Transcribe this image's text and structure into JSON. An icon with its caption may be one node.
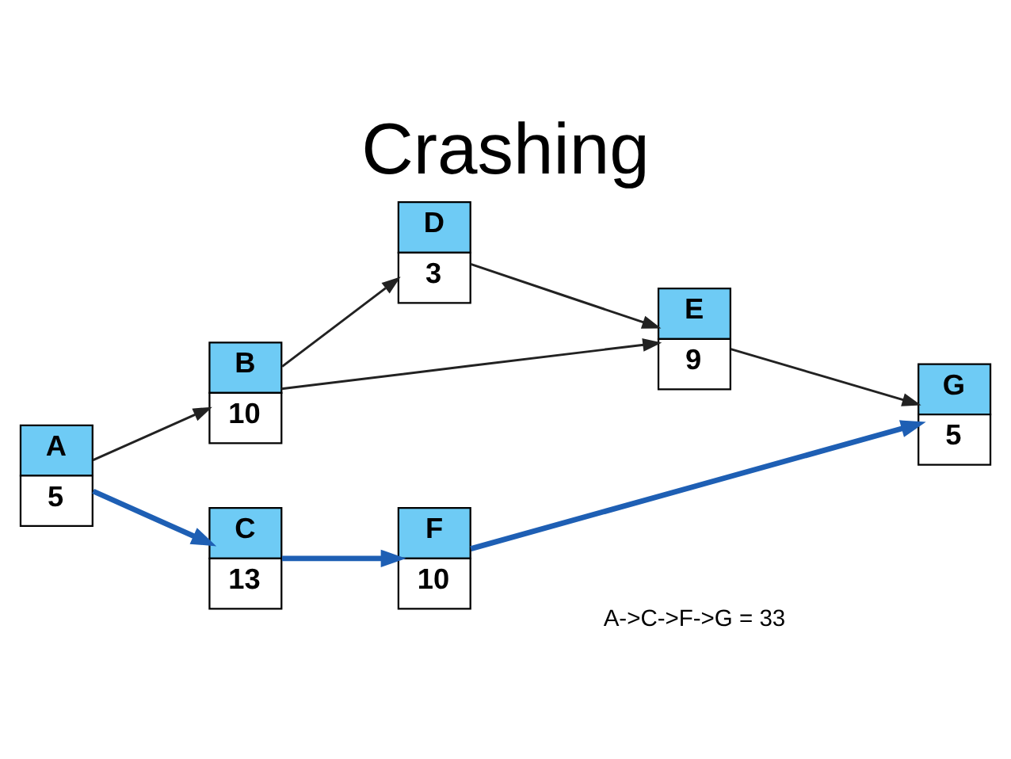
{
  "diagram": {
    "title": "Crashing",
    "nodes": [
      {
        "text": [
          "A",
          "5"
        ]
      },
      {
        "text": [
          "B",
          "10"
        ]
      },
      {
        "text": [
          "C",
          "13"
        ]
      },
      {
        "text": [
          "D",
          "3"
        ]
      },
      {
        "text": [
          "E",
          "9"
        ]
      },
      {
        "text": [
          "F",
          "10"
        ]
      },
      {
        "text": [
          "G",
          "5"
        ]
      }
    ],
    "edges": [
      {
        "from": 0,
        "to": 1,
        "arrow": "to"
      },
      {
        "from": 0,
        "to": 2,
        "arrow": "to",
        "style": "thick",
        "color": "#1e5fb4"
      },
      {
        "from": 1,
        "to": 4,
        "arrow": "to"
      },
      {
        "from": 1,
        "to": 3,
        "arrow": "to"
      },
      {
        "from": 3,
        "to": 4,
        "arrow": "to"
      },
      {
        "from": 4,
        "to": 6,
        "arrow": "to"
      },
      {
        "from": 2,
        "to": 5,
        "arrow": "to",
        "style": "thick",
        "color": "#1e5fb4"
      },
      {
        "from": 5,
        "to": 6,
        "arrow": "to",
        "style": "thick",
        "color": "#1e5fb4"
      }
    ],
    "labels": [
      "A->C->F->G = 33"
    ]
  }
}
